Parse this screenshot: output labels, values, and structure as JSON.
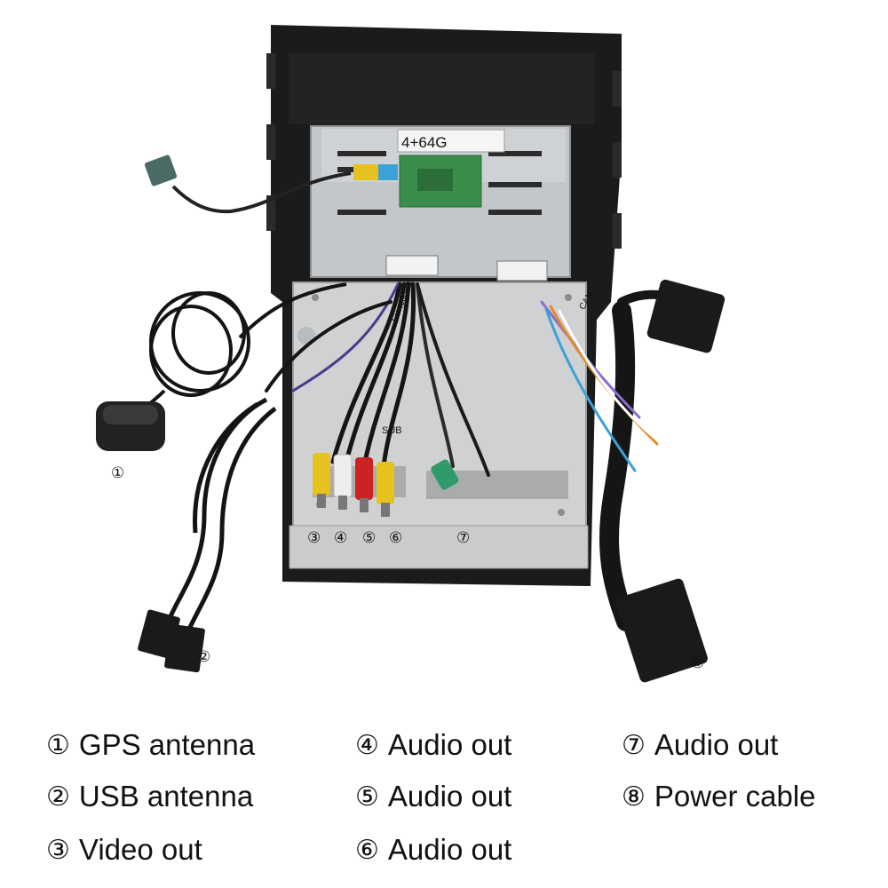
{
  "photo": {
    "device_label": "4+64G",
    "connector_labels": [
      "Functional",
      "SUB",
      "CAN"
    ]
  },
  "callouts": [
    "①",
    "②",
    "③",
    "④",
    "⑤",
    "⑥",
    "⑦",
    "⑧"
  ],
  "legend": [
    {
      "num": "①",
      "label": "GPS antenna"
    },
    {
      "num": "②",
      "label": "USB antenna"
    },
    {
      "num": "③",
      "label": "Video out"
    },
    {
      "num": "④",
      "label": "Audio out"
    },
    {
      "num": "⑤",
      "label": "Audio out"
    },
    {
      "num": "⑥",
      "label": "Audio out"
    },
    {
      "num": "⑦",
      "label": "Audio out"
    },
    {
      "num": "⑧",
      "label": "Power cable"
    }
  ],
  "colors": {
    "frame": "#1b1b1b",
    "metal": "#c4c7ca",
    "pcb": "#3b8d4a",
    "rca_yellow": "#e6c21e",
    "rca_white": "#eeeeee",
    "rca_red": "#cc2222",
    "rca_green": "#2f9a6a"
  }
}
